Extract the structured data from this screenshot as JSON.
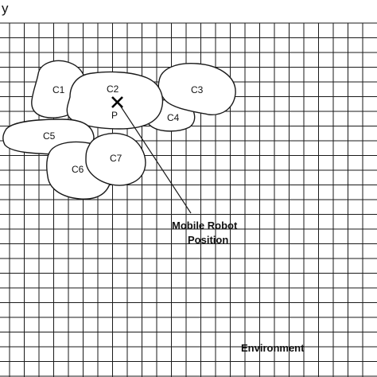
{
  "axis": {
    "y_label": "y"
  },
  "clusters": [
    {
      "id": "c1",
      "label": "C1"
    },
    {
      "id": "c2",
      "label": "C2"
    },
    {
      "id": "c3",
      "label": "C3"
    },
    {
      "id": "c4",
      "label": "C4"
    },
    {
      "id": "c5",
      "label": "C5"
    },
    {
      "id": "c6",
      "label": "C6"
    },
    {
      "id": "c7",
      "label": "C7"
    }
  ],
  "robot": {
    "marker_label": "P",
    "annotation_line1": "Mobile Robot",
    "annotation_line2": "Position"
  },
  "environment_label": "Environment",
  "colors": {
    "grid": "#1a1a1a",
    "outline": "#1a1a1a",
    "fill": "#ffffff",
    "text": "#111111"
  }
}
